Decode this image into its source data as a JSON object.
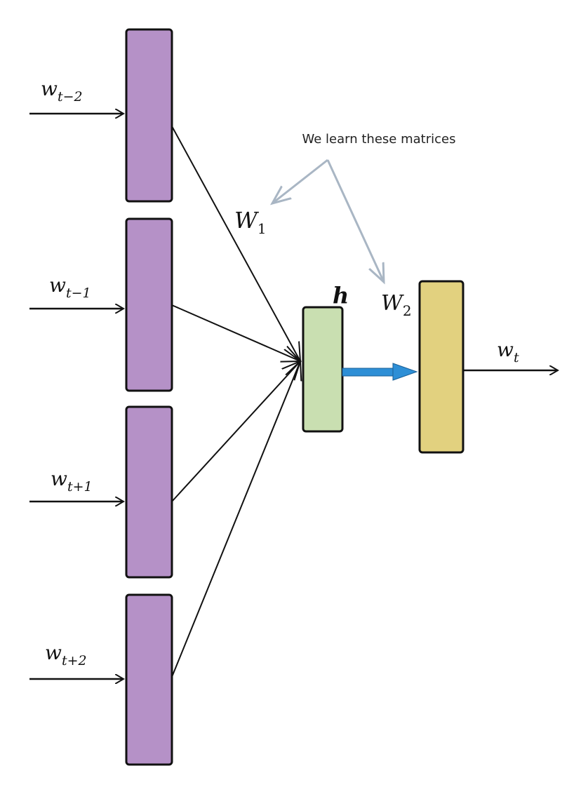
{
  "annotation": "We learn these matrices",
  "inputs": [
    {
      "base": "w",
      "sub": "t−2"
    },
    {
      "base": "w",
      "sub": "t−1"
    },
    {
      "base": "w",
      "sub": "t+1"
    },
    {
      "base": "w",
      "sub": "t+2"
    }
  ],
  "hidden_label": "h",
  "weight1": {
    "base": "W",
    "sub": "1"
  },
  "weight2": {
    "base": "W",
    "sub": "2"
  },
  "output": {
    "base": "w",
    "sub": "t"
  },
  "colors": {
    "input_layer": "#b591c7",
    "hidden_layer": "#c9dfb1",
    "output_layer": "#e2d17f",
    "projection_arrow": "#2e8fd6",
    "annotation_arrow": "#a9b6c4"
  }
}
